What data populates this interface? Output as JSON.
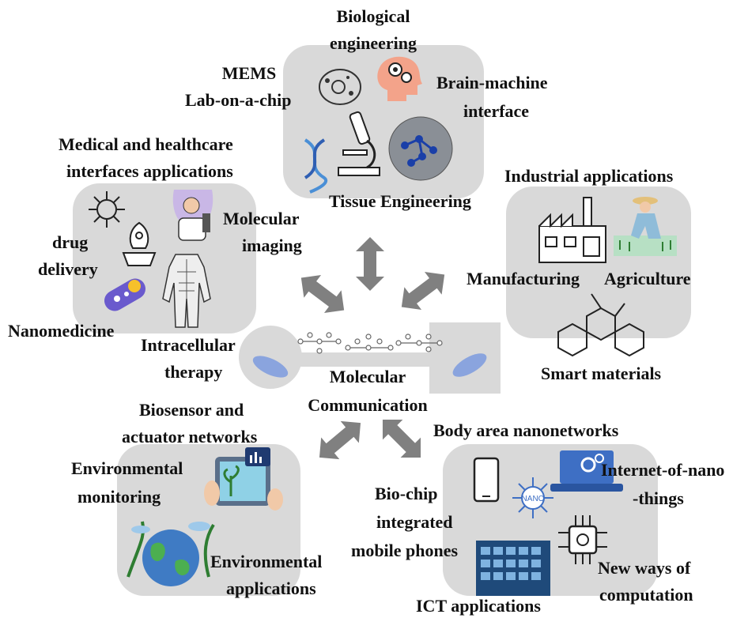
{
  "colors": {
    "panel": "#d9d9d9",
    "arrow": "#808080",
    "text": "#111111",
    "accent_blue": "#2f5fb3",
    "skin": "#f3a38a"
  },
  "icons": [
    "cell-icon",
    "brain-gears-icon",
    "dna-icon",
    "microscope-icon",
    "network-icon",
    "virus-icon",
    "scientist-icon",
    "nanobot-icon",
    "pill-icon",
    "anatomy-icon",
    "factory-icon",
    "farmer-icon",
    "molecule-icon",
    "smartphone-icon",
    "laptop-icon",
    "nano-icon",
    "chip-icon",
    "keyboard-icon",
    "globe-icon",
    "tablet-plant-icon"
  ],
  "center": {
    "line1": "Molecular",
    "line2": "Communication"
  },
  "top": {
    "bio1": "Biological",
    "bio2": "engineering",
    "mems1": "MEMS",
    "mems2": "Lab-on-a-chip",
    "bmi1": "Brain-machine",
    "bmi2": "interface",
    "tissue": "Tissue Engineering"
  },
  "left": {
    "med1": "Medical and healthcare",
    "med2": "interfaces applications",
    "mol1": "Molecular",
    "mol2": "imaging",
    "drug1": "drug",
    "drug2": "delivery",
    "nano": "Nanomedicine",
    "intra1": "Intracellular",
    "intra2": "therapy"
  },
  "right": {
    "industrial": "Industrial applications",
    "manufacturing": "Manufacturing",
    "agriculture": "Agriculture",
    "smart": "Smart materials"
  },
  "bottom_left": {
    "bio1": "Biosensor and",
    "bio2": "actuator networks",
    "env1": "Environmental",
    "env2": "monitoring",
    "app1": "Environmental",
    "app2": "applications"
  },
  "bottom_right": {
    "ban": "Body area nanonetworks",
    "iot1": "Internet-of-nano",
    "iot2": "-things",
    "chip1": "Bio-chip",
    "chip2": "integrated",
    "chip3": "mobile phones",
    "new1": "New ways of",
    "new2": "computation",
    "ict": "ICT applications"
  }
}
